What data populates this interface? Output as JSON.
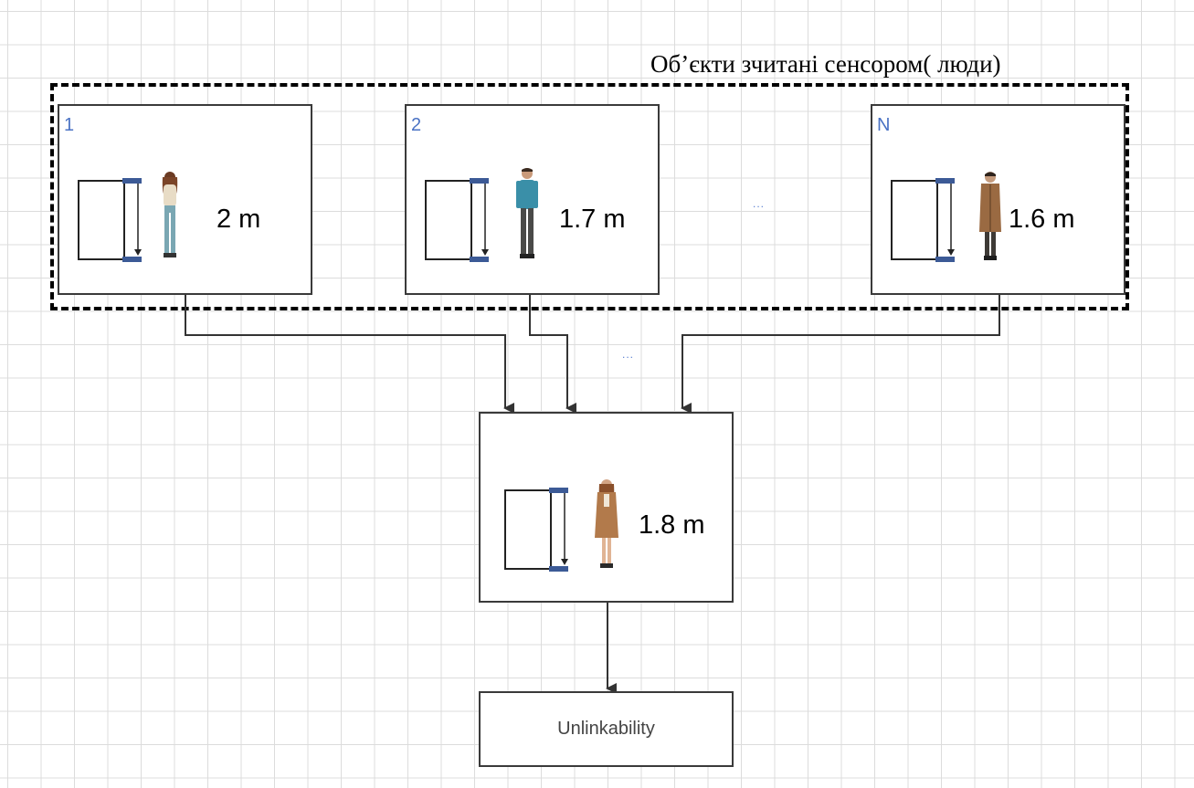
{
  "group": {
    "title": "Об’єкти зчитані сенсором( люди)"
  },
  "objects": [
    {
      "index": "1",
      "height_label": "2 m",
      "person": "woman-jeans-icon"
    },
    {
      "index": "2",
      "height_label": "1.7 m",
      "person": "man-teal-sweater-icon"
    },
    {
      "index": "N",
      "height_label": "1.6 m",
      "person": "man-brown-coat-icon"
    }
  ],
  "ellipsis_between_objects": "...",
  "ellipsis_between_arrows": "...",
  "aggregate": {
    "height_label": "1.8 m",
    "person": "woman-brown-coat-icon"
  },
  "result": {
    "label": "Unlinkability"
  },
  "colors": {
    "index_text": "#4a72c4",
    "sensor_bar": "#3c5a96",
    "connector": "#333333"
  }
}
